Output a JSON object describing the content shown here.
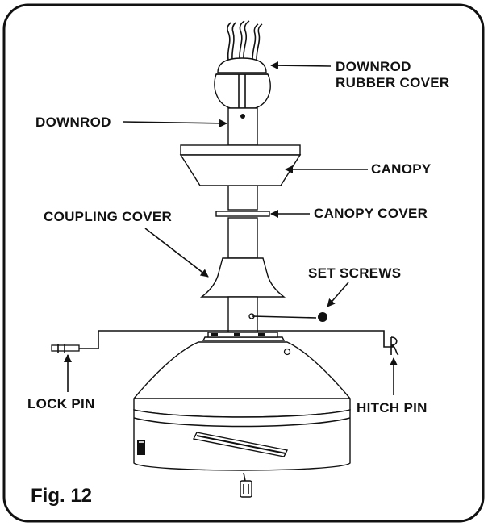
{
  "figure": {
    "caption": "Fig. 12"
  },
  "labels": {
    "downrod_rubber_cover_line1": "DOWNROD",
    "downrod_rubber_cover_line2": "RUBBER COVER",
    "downrod": "DOWNROD",
    "canopy": "CANOPY",
    "coupling_cover": "COUPLING COVER",
    "canopy_cover": "CANOPY COVER",
    "set_screws": "SET SCREWS",
    "lock_pin": "LOCK PIN",
    "hitch_pin": "HITCH PIN"
  }
}
